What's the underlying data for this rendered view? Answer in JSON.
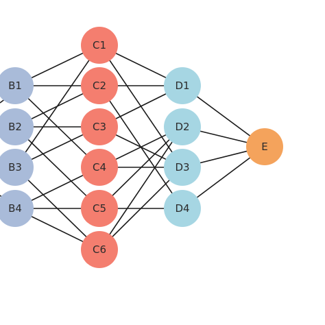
{
  "colors": {
    "layer_b": "#a9bbd9",
    "layer_c": "#f47e6f",
    "layer_d": "#a6d6e3",
    "layer_e": "#f4a35c",
    "edge": "#1a1a1a"
  },
  "nodes": [
    {
      "id": "B1",
      "label": "B1",
      "layer": "b"
    },
    {
      "id": "B2",
      "label": "B2",
      "layer": "b"
    },
    {
      "id": "B3",
      "label": "B3",
      "layer": "b"
    },
    {
      "id": "B4",
      "label": "B4",
      "layer": "b"
    },
    {
      "id": "C1",
      "label": "C1",
      "layer": "c"
    },
    {
      "id": "C2",
      "label": "C2",
      "layer": "c"
    },
    {
      "id": "C3",
      "label": "C3",
      "layer": "c"
    },
    {
      "id": "C4",
      "label": "C4",
      "layer": "c"
    },
    {
      "id": "C5",
      "label": "C5",
      "layer": "c"
    },
    {
      "id": "C6",
      "label": "C6",
      "layer": "c"
    },
    {
      "id": "D1",
      "label": "D1",
      "layer": "d"
    },
    {
      "id": "D2",
      "label": "D2",
      "layer": "d"
    },
    {
      "id": "D3",
      "label": "D3",
      "layer": "d"
    },
    {
      "id": "D4",
      "label": "D4",
      "layer": "d"
    },
    {
      "id": "E",
      "label": "E",
      "layer": "e"
    }
  ],
  "edges": [
    [
      "B1",
      "C1"
    ],
    [
      "B1",
      "C2"
    ],
    [
      "B1",
      "C4"
    ],
    [
      "B2",
      "C2"
    ],
    [
      "B2",
      "C3"
    ],
    [
      "B2",
      "C5"
    ],
    [
      "B3",
      "C1"
    ],
    [
      "B3",
      "C3"
    ],
    [
      "B3",
      "C6"
    ],
    [
      "B4",
      "C4"
    ],
    [
      "B4",
      "C5"
    ],
    [
      "B4",
      "C6"
    ],
    [
      "C1",
      "D1"
    ],
    [
      "C1",
      "D3"
    ],
    [
      "C2",
      "D1"
    ],
    [
      "C2",
      "D4"
    ],
    [
      "C3",
      "D1"
    ],
    [
      "C3",
      "D3"
    ],
    [
      "C4",
      "D2"
    ],
    [
      "C4",
      "D3"
    ],
    [
      "C5",
      "D2"
    ],
    [
      "C5",
      "D4"
    ],
    [
      "C6",
      "D2"
    ],
    [
      "C6",
      "D3"
    ],
    [
      "D1",
      "E"
    ],
    [
      "D2",
      "E"
    ],
    [
      "D3",
      "E"
    ],
    [
      "D4",
      "E"
    ]
  ]
}
